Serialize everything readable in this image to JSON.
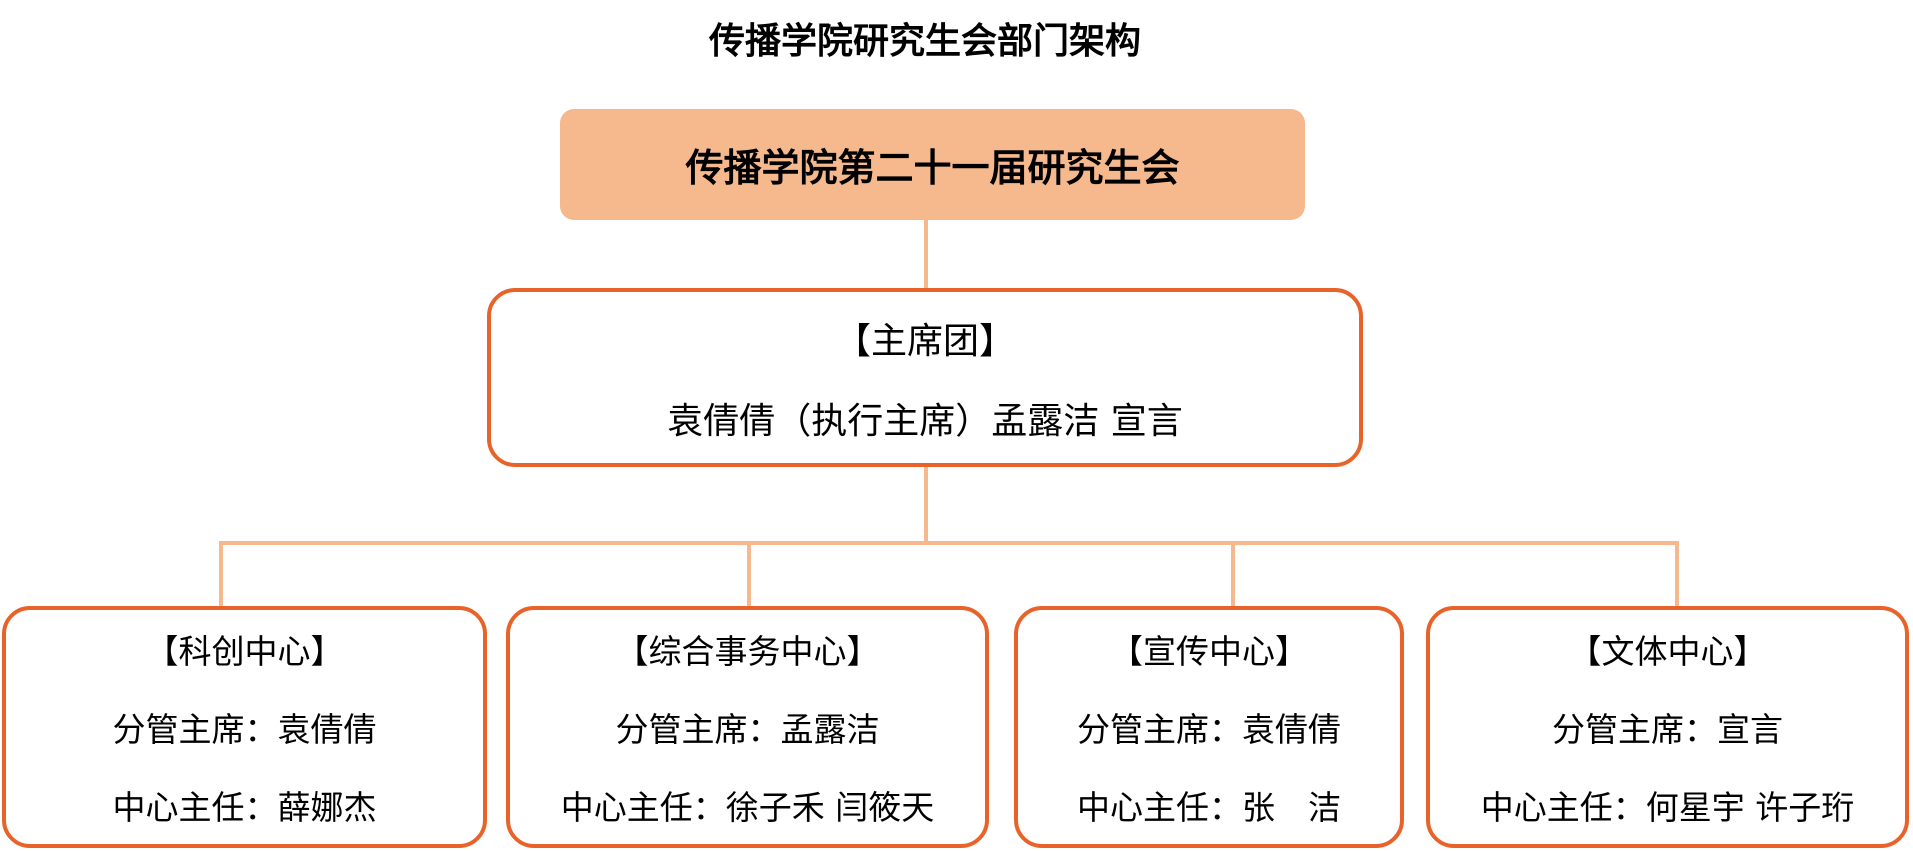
{
  "title": "传播学院研究生会部门架构",
  "root": "传播学院第二十一届研究生会",
  "presidium": {
    "name": "【主席团】",
    "members": "袁倩倩（执行主席）孟露洁 宣言"
  },
  "departments": [
    {
      "name": "【科创中心】",
      "chair": "分管主席：袁倩倩",
      "director": "中心主任：薛娜杰"
    },
    {
      "name": "【综合事务中心】",
      "chair": "分管主席：孟露洁",
      "director": "中心主任：徐子禾 闫筱天"
    },
    {
      "name": "【宣传中心】",
      "chair": "分管主席：袁倩倩",
      "director": "中心主任：张　洁"
    },
    {
      "name": "【文体中心】",
      "chair": "分管主席：宣言",
      "director": "中心主任：何星宇 许子珩"
    }
  ],
  "colors": {
    "fill": "#F6B98E",
    "border": "#E8632A"
  }
}
